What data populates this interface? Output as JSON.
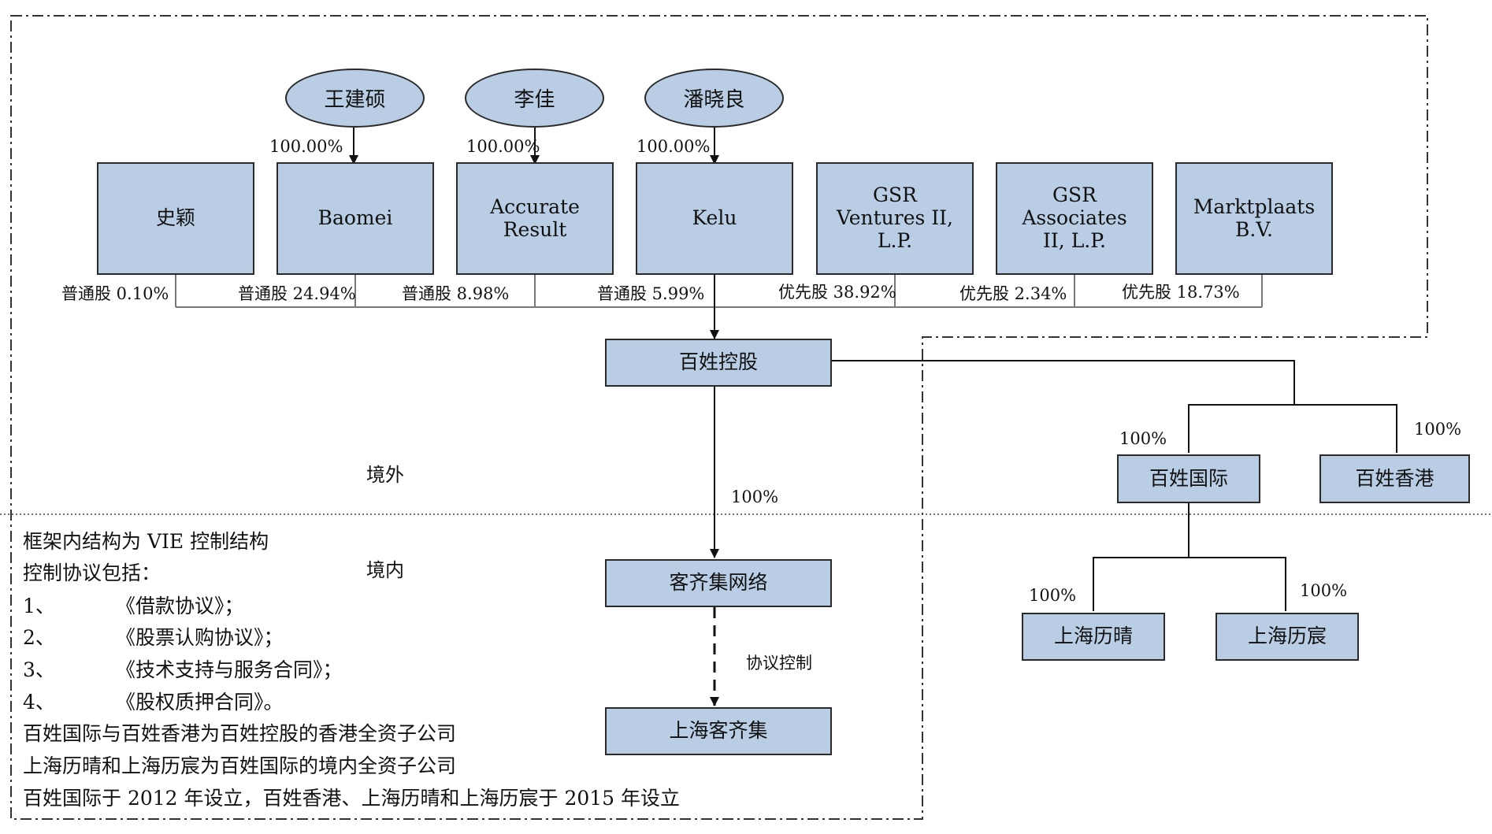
{
  "people": [
    {
      "name": "王建硕"
    },
    {
      "name": "李佳"
    },
    {
      "name": "潘晓良"
    }
  ],
  "shareholders": [
    {
      "name": "史颖",
      "share": "普通股 0.10%"
    },
    {
      "name": "Baomei",
      "share": "普通股 24.94%",
      "owner_pct": "100.00%"
    },
    {
      "name": "Accurate Result",
      "share": "普通股 8.98%",
      "owner_pct": "100.00%"
    },
    {
      "name": "Kelu",
      "share": "普通股 5.99%",
      "owner_pct": "100.00%"
    },
    {
      "name": "GSR Ventures II, L.P.",
      "share": "优先股 38.92%"
    },
    {
      "name": "GSR Associates II, L.P.",
      "share": "优先股 2.34%"
    },
    {
      "name": "Marktplaats B.V.",
      "share": "优先股 18.73%"
    }
  ],
  "entities": {
    "holding": "百姓控股",
    "wfoe": "客齐集网络",
    "vie": "上海客齐集",
    "intl": "百姓国际",
    "hk": "百姓香港",
    "lq": "上海历晴",
    "lc": "上海历宸"
  },
  "edge_labels": {
    "holding_to_wfoe": "100%",
    "wfoe_to_vie": "协议控制",
    "holding_to_intl": "100%",
    "holding_to_hk": "100%",
    "intl_to_lq": "100%",
    "intl_to_lc": "100%"
  },
  "regions": {
    "offshore": "境外",
    "onshore": "境内"
  },
  "notes": {
    "line1": "框架内结构为 VIE 控制结构",
    "line2": "控制协议包括：",
    "items": [
      {
        "num": "1、",
        "text": "《借款协议》；"
      },
      {
        "num": "2、",
        "text": "《股票认购协议》；"
      },
      {
        "num": "3、",
        "text": "《技术支持与服务合同》；"
      },
      {
        "num": "4、",
        "text": "《股权质押合同》。"
      }
    ],
    "line3": "百姓国际与百姓香港为百姓控股的香港全资子公司",
    "line4": "上海历晴和上海历宸为百姓国际的境内全资子公司",
    "line5": "百姓国际于 2012 年设立，百姓香港、上海历晴和上海历宸于 2015 年设立"
  },
  "colors": {
    "box_fill": "#b9cde5",
    "border": "#2a2a2a"
  }
}
